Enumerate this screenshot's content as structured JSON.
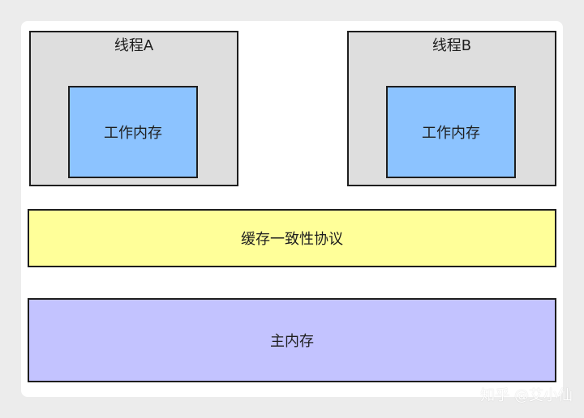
{
  "diagram": {
    "thread_a": {
      "label": "线程A",
      "memory_label": "工作内存"
    },
    "thread_b": {
      "label": "线程B",
      "memory_label": "工作内存"
    },
    "cache_protocol": {
      "label": "缓存一致性协议",
      "color": "#ffff99"
    },
    "main_memory": {
      "label": "主内存",
      "color": "#c3c3ff"
    }
  },
  "colors": {
    "thread_bg": "#dedede",
    "work_memory": "#8cc3ff",
    "border": "#1e1e1e"
  },
  "watermark": "知乎 @艾小仙"
}
